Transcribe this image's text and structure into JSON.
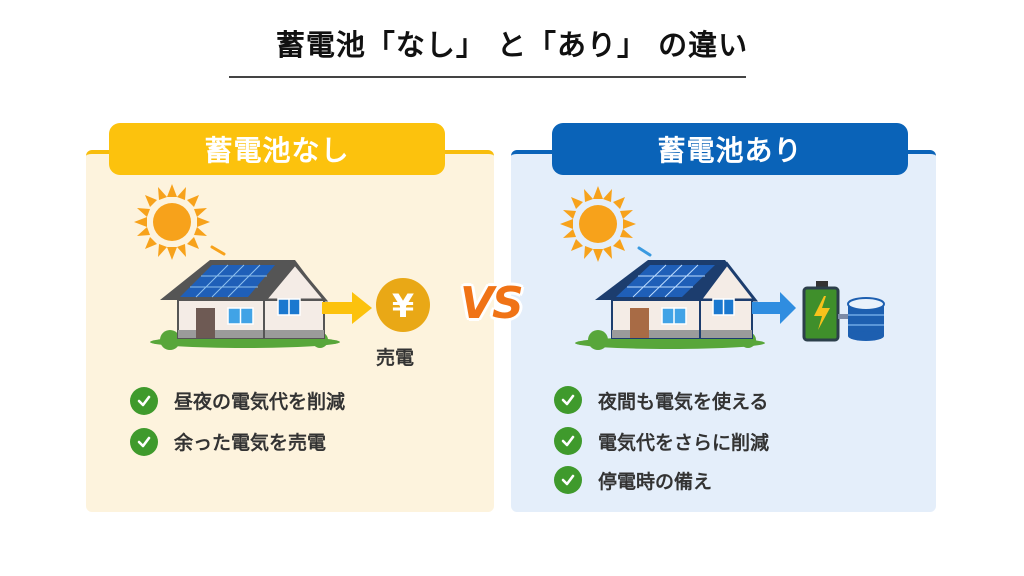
{
  "title": "蓄電池「なし」 と「あり」 の違い",
  "colors": {
    "left_accent": "#fcc20d",
    "left_bg": "#fdf3dd",
    "right_accent": "#0a63b8",
    "right_bg": "#e4eefa",
    "vs": "#f07316",
    "check": "#3f9a2c"
  },
  "left_panel": {
    "header": "蓄電池なし",
    "illustration": {
      "icons": [
        "sun-icon",
        "house-with-solar-panel-icon",
        "arrow-right-icon",
        "yen-coin-icon"
      ],
      "yen_symbol": "¥",
      "caption": "売電"
    },
    "benefits": [
      "昼夜の電気代を削減",
      "余った電気を売電"
    ]
  },
  "vs_label": "VS",
  "right_panel": {
    "header": "蓄電池あり",
    "illustration": {
      "icons": [
        "sun-icon",
        "moon-icon",
        "house-with-solar-panel-icon",
        "arrow-right-icon",
        "battery-icon",
        "storage-cylinder-icon"
      ]
    },
    "benefits": [
      "夜間も電気を使える",
      "電気代をさらに削減",
      "停電時の備え"
    ]
  }
}
